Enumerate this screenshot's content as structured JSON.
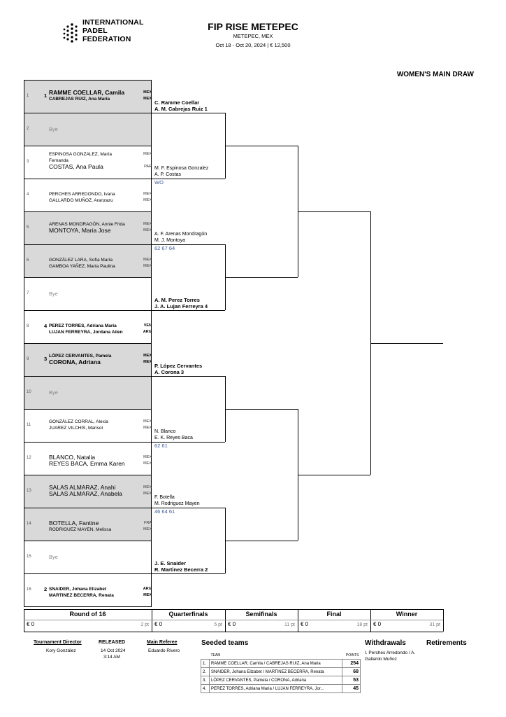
{
  "header": {
    "logo_lines": [
      "INTERNATIONAL",
      "PADEL",
      "FEDERATION"
    ],
    "title": "FIP RISE METEPEC",
    "location": "METEPEC, MEX",
    "dates": "Oct 18 - Oct 20, 2024  |  € 12,500",
    "draw_title": "WOMEN'S MAIN DRAW"
  },
  "slots": [
    {
      "num": "1",
      "seed": "1",
      "bye": false,
      "players": [
        {
          "name": "RAMME COELLAR, Camila",
          "nat": "MEX",
          "size": "l",
          "bold": true
        },
        {
          "name": "CABREJAS RUIZ, Ana Maria",
          "nat": "MEX",
          "size": "s",
          "bold": true
        }
      ]
    },
    {
      "num": "2",
      "seed": "",
      "bye": true,
      "bye_label": "Bye",
      "players": []
    },
    {
      "num": "3",
      "seed": "",
      "bye": false,
      "players": [
        {
          "name": "ESPINOSA GONZALEZ, María",
          "nat": "MEX",
          "size": "s",
          "bold": false
        },
        {
          "name": "Fernanda",
          "nat": "",
          "size": "s",
          "bold": false
        },
        {
          "name": "COSTAS, Ana Paula",
          "nat": "PAR",
          "size": "l",
          "bold": false
        }
      ]
    },
    {
      "num": "4",
      "seed": "",
      "bye": false,
      "players": [
        {
          "name": "PERCHES ARREDONDO, Ivana",
          "nat": "MEX",
          "size": "s",
          "bold": false
        },
        {
          "name": "GALLARDO MUÑOZ, Aranzazu",
          "nat": "MEX",
          "size": "s",
          "bold": false
        }
      ]
    },
    {
      "num": "5",
      "seed": "",
      "bye": false,
      "players": [
        {
          "name": "ARENAS MONDRAGÓN, Annie Frida",
          "nat": "MEX",
          "size": "s",
          "bold": false
        },
        {
          "name": "MONTOYA, Maria Jose",
          "nat": "MEX",
          "size": "l",
          "bold": false
        }
      ]
    },
    {
      "num": "6",
      "seed": "",
      "bye": false,
      "players": [
        {
          "name": "GONZÁLEZ LARA, Sofía María",
          "nat": "MEX",
          "size": "s",
          "bold": false
        },
        {
          "name": "GAMBOA YAÑEZ, María Paulina",
          "nat": "MEX",
          "size": "s",
          "bold": false
        }
      ]
    },
    {
      "num": "7",
      "seed": "",
      "bye": true,
      "bye_label": "Bye",
      "players": []
    },
    {
      "num": "8",
      "seed": "4",
      "bye": false,
      "players": [
        {
          "name": "PEREZ TORRES, Adriana Maria",
          "nat": "VEN",
          "size": "s",
          "bold": true
        },
        {
          "name": "LUJAN FERREYRA, Jordana Ailen",
          "nat": "ARG",
          "size": "s",
          "bold": true
        }
      ]
    },
    {
      "num": "9",
      "seed": "3",
      "bye": false,
      "players": [
        {
          "name": "LÓPEZ CERVANTES, Pamela",
          "nat": "MEX",
          "size": "s",
          "bold": true
        },
        {
          "name": "CORONA, Adriana",
          "nat": "MEX",
          "size": "l",
          "bold": true
        }
      ]
    },
    {
      "num": "10",
      "seed": "",
      "bye": true,
      "bye_label": "Bye",
      "players": []
    },
    {
      "num": "11",
      "seed": "",
      "bye": false,
      "players": [
        {
          "name": "GONZÁLEZ CORRAL, Alexia",
          "nat": "MEX",
          "size": "s",
          "bold": false
        },
        {
          "name": "JUAREZ VILCHIS, Marisol",
          "nat": "MEX",
          "size": "s",
          "bold": false
        }
      ]
    },
    {
      "num": "12",
      "seed": "",
      "bye": false,
      "players": [
        {
          "name": "BLANCO, Natalia",
          "nat": "MEX",
          "size": "l",
          "bold": false
        },
        {
          "name": "REYES BACA, Emma Karen",
          "nat": "MEX",
          "size": "l",
          "bold": false
        }
      ]
    },
    {
      "num": "13",
      "seed": "",
      "bye": false,
      "players": [
        {
          "name": "SALAS ALMARAZ, Anahi",
          "nat": "MEX",
          "size": "l",
          "bold": false
        },
        {
          "name": "SALAS ALMARAZ, Anabela",
          "nat": "MEX",
          "size": "l",
          "bold": false
        }
      ]
    },
    {
      "num": "14",
      "seed": "",
      "bye": false,
      "players": [
        {
          "name": "BOTELLA, Fantine",
          "nat": "FRA",
          "size": "l",
          "bold": false
        },
        {
          "name": "RODRIGUEZ MAYEN, Melissa",
          "nat": "MEX",
          "size": "s",
          "bold": false
        }
      ]
    },
    {
      "num": "15",
      "seed": "",
      "bye": true,
      "bye_label": "Bye",
      "players": []
    },
    {
      "num": "16",
      "seed": "2",
      "bye": false,
      "players": [
        {
          "name": "SNAIDER, Johana Elizabet",
          "nat": "ARG",
          "size": "s",
          "bold": true
        },
        {
          "name": "MARTINEZ BECERRA, Renata",
          "nat": "MEX",
          "size": "s",
          "bold": true
        }
      ]
    }
  ],
  "r16_results": [
    {
      "line1": "C. Ramme Coellar",
      "line2": "A. M. Cabrejas Ruiz  1",
      "bold": true,
      "score": ""
    },
    {
      "line1": "M. F. Espinosa Gonzalez",
      "line2": "A. P. Costas",
      "bold": false,
      "score": "WO"
    },
    {
      "line1": "A. F. Arenas Mondragón",
      "line2": "M. J. Montoya",
      "bold": false,
      "score": "62 67 64"
    },
    {
      "line1": "A. M. Perez Torres",
      "line2": "J. A. Lujan Ferreyra  4",
      "bold": true,
      "score": ""
    },
    {
      "line1": "P. López Cervantes",
      "line2": "A. Corona  3",
      "bold": true,
      "score": ""
    },
    {
      "line1": "N. Blanco",
      "line2": "E. K. Reyes Baca",
      "bold": false,
      "score": "62 61"
    },
    {
      "line1": "F. Botella",
      "line2": "M. Rodriguez Mayen",
      "bold": false,
      "score": "46 64 61"
    },
    {
      "line1": "J. E. Snaider",
      "line2": "R. Martinez Becerra  2",
      "bold": true,
      "score": ""
    }
  ],
  "rounds": [
    {
      "name": "Round of 16",
      "prize": "€ 0",
      "points": "2 pt"
    },
    {
      "name": "Quarterfinals",
      "prize": "€ 0",
      "points": "5 pt"
    },
    {
      "name": "Semifinals",
      "prize": "€ 0",
      "points": "11 pt"
    },
    {
      "name": "Final",
      "prize": "€ 0",
      "points": "18 pt"
    },
    {
      "name": "Winner",
      "prize": "€ 0",
      "points": "31 pt"
    }
  ],
  "footer": {
    "director_label": "Tournament Director",
    "director": "Kory González",
    "released_label": "RELEASED",
    "released_date": "14 Oct 2024",
    "released_time": "3:14 AM",
    "referee_label": "Main Referee",
    "referee": "Eduardo Rivero",
    "seeded_title": "Seeded teams",
    "seeded_col_team": "TEAM",
    "seeded_col_points": "POINTS",
    "seeded": [
      {
        "n": "1.",
        "team": "RAMME COELLAR, Camila / CABREJAS RUIZ, Ana Maria",
        "points": "254"
      },
      {
        "n": "2.",
        "team": "SNAIDER, Johana Elizabet / MARTINEZ BECERRA, Renata",
        "points": "68"
      },
      {
        "n": "3.",
        "team": "LÓPEZ CERVANTES, Pamela / CORONA, Adriana",
        "points": "53"
      },
      {
        "n": "4.",
        "team": "PEREZ TORRES, Adriana Maria / LUJAN FERREYRA, Jor...",
        "points": "45"
      }
    ],
    "withdrawals_title": "Withdrawals",
    "withdrawals": [
      "I. Perches Arredondo / A.",
      "Gallardo Muñoz"
    ],
    "retirements_title": "Retirements"
  }
}
